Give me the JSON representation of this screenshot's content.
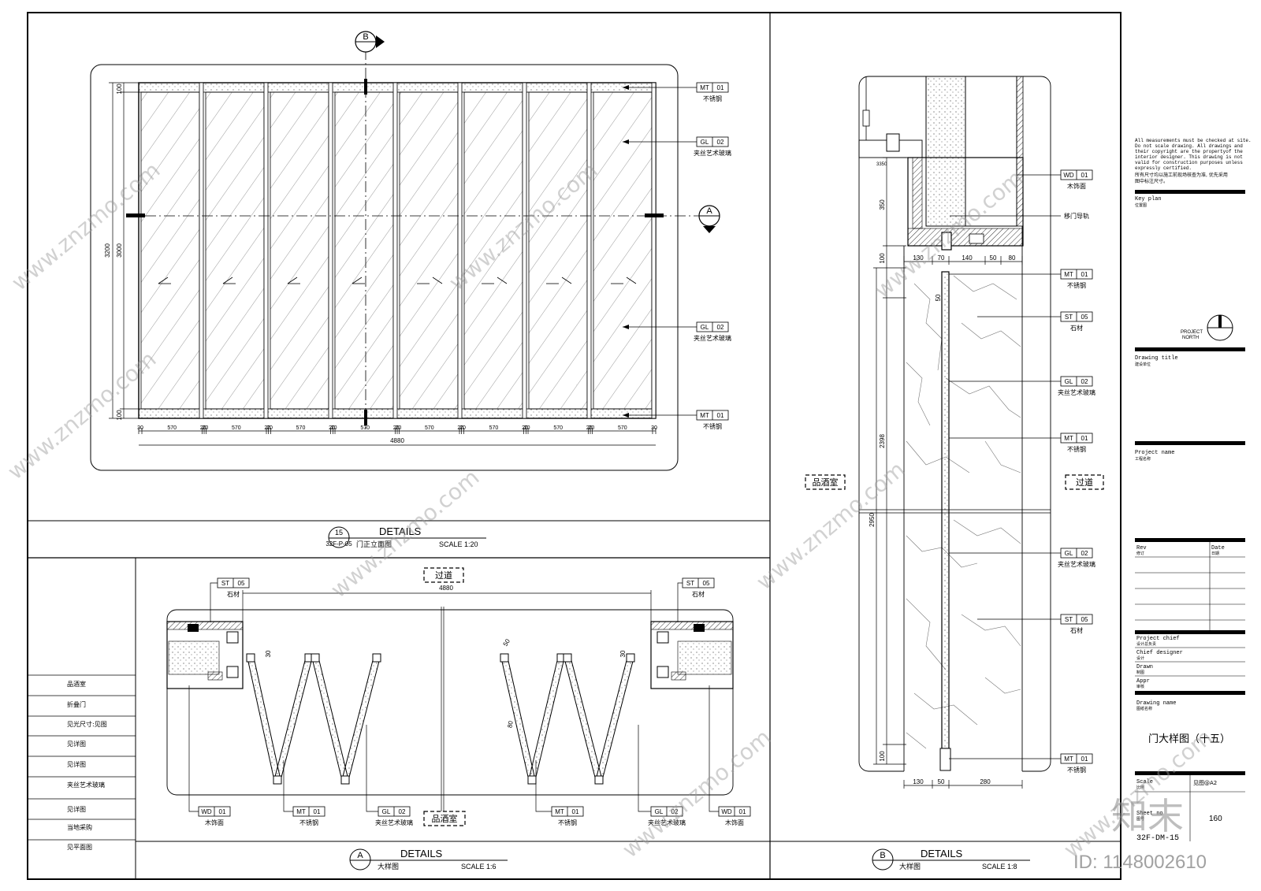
{
  "elevation": {
    "section_mark_b": "B",
    "section_mark_a": "A",
    "dims_top": [
      "100",
      "3000",
      "100"
    ],
    "dim_total_height": "3200",
    "dims_bottom": [
      "30",
      "570",
      "20",
      "20",
      "570",
      "20",
      "20",
      "570",
      "20",
      "20",
      "570",
      "20",
      "20",
      "570",
      "20",
      "20",
      "570",
      "20",
      "20",
      "570",
      "20",
      "20",
      "570",
      "30"
    ],
    "dim_total_width": "4880",
    "callouts": [
      {
        "code": "MT",
        "num": "01",
        "name": "不锈钢"
      },
      {
        "code": "GL",
        "num": "02",
        "name": "夹丝艺术玻璃"
      },
      {
        "code": "GL",
        "num": "02",
        "name": "夹丝艺术玻璃"
      },
      {
        "code": "MT",
        "num": "01",
        "name": "不锈钢"
      }
    ],
    "title_num": "15",
    "title_ref": "32F-P-05",
    "title": "DETAILS",
    "subtitle": "门正立面图",
    "scale": "SCALE 1:20"
  },
  "plan": {
    "room_top": "过道",
    "room_bottom": "品酒室",
    "dim_width": "4880",
    "dims": [
      "30",
      "50",
      "80",
      "30"
    ],
    "callouts_top": [
      {
        "code": "ST",
        "num": "05",
        "name": "石材"
      },
      {
        "code": "ST",
        "num": "05",
        "name": "石材"
      }
    ],
    "callouts_bottom": [
      {
        "code": "WD",
        "num": "01",
        "name": "木饰面"
      },
      {
        "code": "MT",
        "num": "01",
        "name": "不锈钢"
      },
      {
        "code": "GL",
        "num": "02",
        "name": "夹丝艺术玻璃"
      },
      {
        "code": "MT",
        "num": "01",
        "name": "不锈钢"
      },
      {
        "code": "GL",
        "num": "02",
        "name": "夹丝艺术玻璃"
      },
      {
        "code": "WD",
        "num": "01",
        "name": "木饰面"
      }
    ],
    "title_letter": "A",
    "title": "DETAILS",
    "subtitle": "大样图",
    "scale": "SCALE 1:6"
  },
  "notes_list": [
    "品酒室",
    "折叠门",
    "见光尺寸:见图",
    "见详图",
    "见详图",
    "夹丝艺术玻璃",
    "见详图",
    "当地采购",
    "见平面图"
  ],
  "section": {
    "room_left": "品酒室",
    "room_right": "过道",
    "dims_top": [
      "130",
      "70",
      "140",
      "50",
      "80"
    ],
    "dims_left": [
      "350",
      "100",
      "50",
      "2398",
      "2950",
      "100"
    ],
    "dim_top_small": "3350",
    "dims_bottom": [
      "130",
      "50",
      "280"
    ],
    "callouts": [
      {
        "code": "WD",
        "num": "01",
        "name": "木饰面"
      },
      {
        "code": "",
        "num": "",
        "name": "移门导轨"
      },
      {
        "code": "MT",
        "num": "01",
        "name": "不锈钢"
      },
      {
        "code": "ST",
        "num": "05",
        "name": "石材"
      },
      {
        "code": "GL",
        "num": "02",
        "name": "夹丝艺术玻璃"
      },
      {
        "code": "MT",
        "num": "01",
        "name": "不锈钢"
      },
      {
        "code": "GL",
        "num": "02",
        "name": "夹丝艺术玻璃"
      },
      {
        "code": "ST",
        "num": "05",
        "name": "石材"
      },
      {
        "code": "MT",
        "num": "01",
        "name": "不锈钢"
      }
    ],
    "title_letter": "B",
    "title": "DETAILS",
    "subtitle": "大样图",
    "scale": "SCALE 1:8"
  },
  "title_block": {
    "note_en": [
      "All measurements must be checked at site.",
      "Do not scale drawing. All drawings and",
      "their copyright are the propertyof the",
      "interior designer. This drawing is not",
      "valid for construction purposes unless",
      "expressly certified."
    ],
    "note_cn": [
      "所有尺寸均以施工前现场核查为准, 优先采用",
      "图中标注尺寸。"
    ],
    "key_plan": "Key plan",
    "key_plan_cn": "位置图",
    "project_north": [
      "PROJECT",
      "NORTH"
    ],
    "drawing_title_label": "Drawing title",
    "drawing_title_cn": "建设单位",
    "project_name_label": "Project name",
    "project_name_cn": "工程名称",
    "rev": "Rev",
    "rev_cn": "修订",
    "date": "Date",
    "date_cn": "日期",
    "staff": [
      {
        "en": "Project chief",
        "cn": "设计总负责"
      },
      {
        "en": "Chief designer",
        "cn": "设计"
      },
      {
        "en": "Drawn",
        "cn": "制图"
      },
      {
        "en": "Appr",
        "cn": "审核"
      }
    ],
    "drawing_name_label": "Drawing name",
    "drawing_name_cn": "图纸名称",
    "drawing_name": "门大样图（十五）",
    "scale_label": "Scale",
    "scale_cn": "比例",
    "scale_value": "见图@A2",
    "sheet_no_label": "Sheet no",
    "sheet_no_cn": "图号",
    "sheet_no": "160",
    "sheet_code": "32F-DM-15"
  },
  "watermark": {
    "site": "www.znzmo.com",
    "logo": "知末",
    "id": "ID: 1148002610"
  }
}
